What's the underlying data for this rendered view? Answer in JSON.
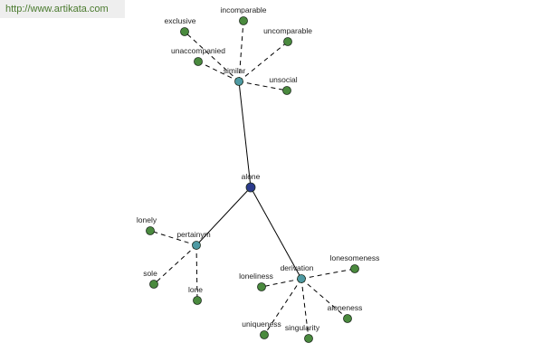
{
  "watermark": "http://www.artikata.com",
  "graph": {
    "center": {
      "label": "alone",
      "color": "#2b3a8c"
    },
    "relations": [
      {
        "key": "similar",
        "label": "similar",
        "color": "#4e9aa3",
        "terms": [
          "exclusive",
          "incomparable",
          "uncomparable",
          "unaccompanied",
          "unsocial"
        ]
      },
      {
        "key": "pertainym",
        "label": "pertainym",
        "color": "#4e9aa3",
        "terms": [
          "lonely",
          "sole",
          "lone"
        ]
      },
      {
        "key": "derivation",
        "label": "derivation",
        "color": "#4e9aa3",
        "terms": [
          "lonesomeness",
          "loneliness",
          "aloneness",
          "uniqueness",
          "singularity"
        ]
      }
    ],
    "leaf_color": "#4a8a3e"
  }
}
